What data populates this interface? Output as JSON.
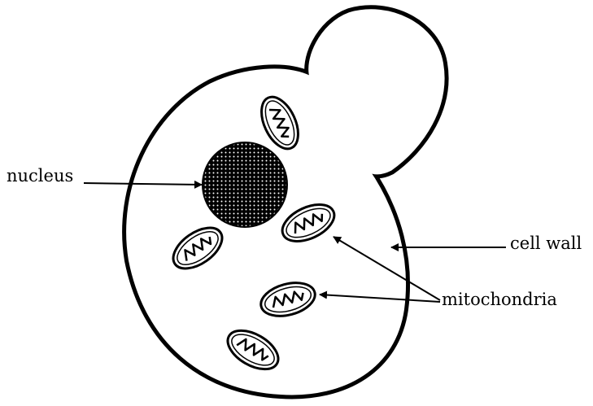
{
  "labels": {
    "nucleus": "nucleus",
    "cell_wall": "cell wall",
    "mitochondria": "mitochondria"
  },
  "colors": {
    "ink": "#000000",
    "background": "#ffffff"
  },
  "structures": {
    "mitochondria_count": 5,
    "nucleus_fill": "stippled"
  }
}
